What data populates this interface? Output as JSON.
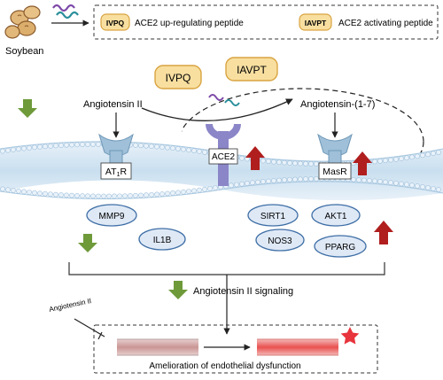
{
  "source": {
    "label": "Soybean"
  },
  "legend": {
    "items": [
      {
        "code": "IVPQ",
        "desc": "ACE2 up-regulating peptide"
      },
      {
        "code": "IAVPT",
        "desc": "ACE2 activating peptide"
      }
    ]
  },
  "peptides": [
    "IVPQ",
    "IAVPT"
  ],
  "molecules": {
    "ang2": "Angiotensin II",
    "ang17": "Angiotensin-(1-7)"
  },
  "receptors": {
    "at1r_main": "AT",
    "at1r_sub": "1",
    "at1r_tail": "R",
    "ace2": "ACE2",
    "masr": "MasR"
  },
  "downregulated": [
    "MMP9",
    "IL1B"
  ],
  "upregulated": [
    "SIRT1",
    "AKT1",
    "NOS3",
    "PPARG"
  ],
  "signaling": {
    "label": "Angiotensin II signaling"
  },
  "outcome": {
    "inhibitor": "Angiotensin II",
    "label": "Amelioration of endothelial dysfunction"
  },
  "colors": {
    "green_arrow": "#6e9a3a",
    "red_arrow": "#b01e1e",
    "peptide_fill": "#f8dfa0",
    "peptide_stroke": "#d9a441",
    "oval_fill": "#dfe9f6",
    "oval_stroke": "#3f6fa6",
    "membrane": "#d4e6f3",
    "receptor": "#9fc0d8",
    "ace2": "#8b86c8",
    "star": "#e8343c"
  }
}
